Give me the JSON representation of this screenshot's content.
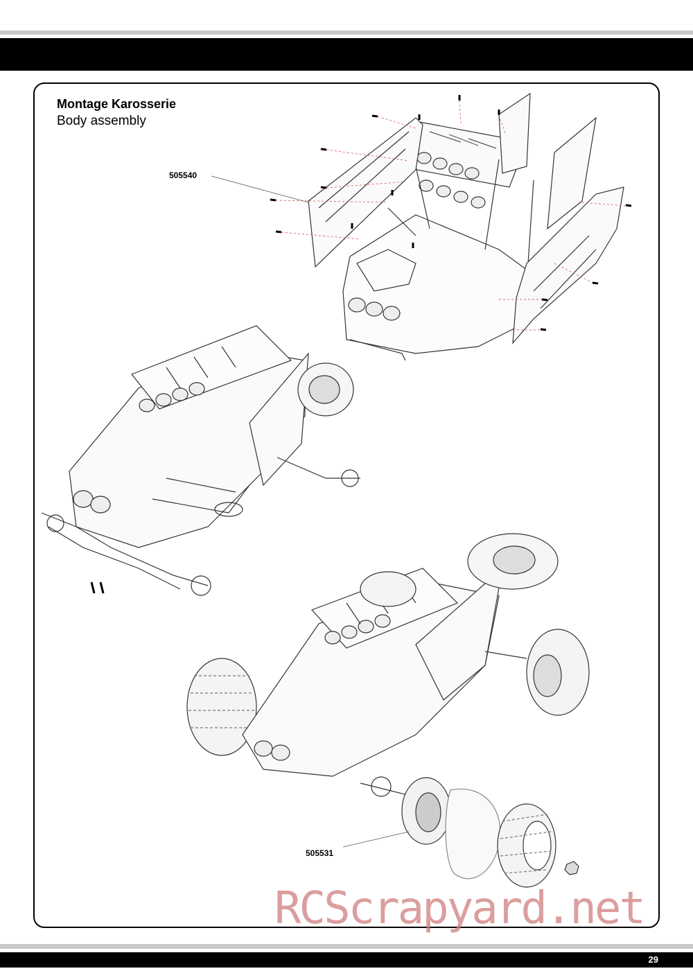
{
  "page": {
    "title_de": "Montage Karosserie",
    "title_en": "Body assembly",
    "page_number": "29"
  },
  "parts": [
    {
      "id": "505540"
    },
    {
      "id": "505531"
    }
  ],
  "illustrations": {
    "top": "exploded-body-frame",
    "middle": "assembled-chassis-without-wheels",
    "bottom": "complete-buggy-with-exploded-rear-wheel"
  },
  "watermark": "RCScrapyard.net",
  "colors": {
    "bars": "#000000",
    "rule_gray": "#c8c8c8",
    "watermark": "#cd7878",
    "guide_lines": "#e06060"
  }
}
